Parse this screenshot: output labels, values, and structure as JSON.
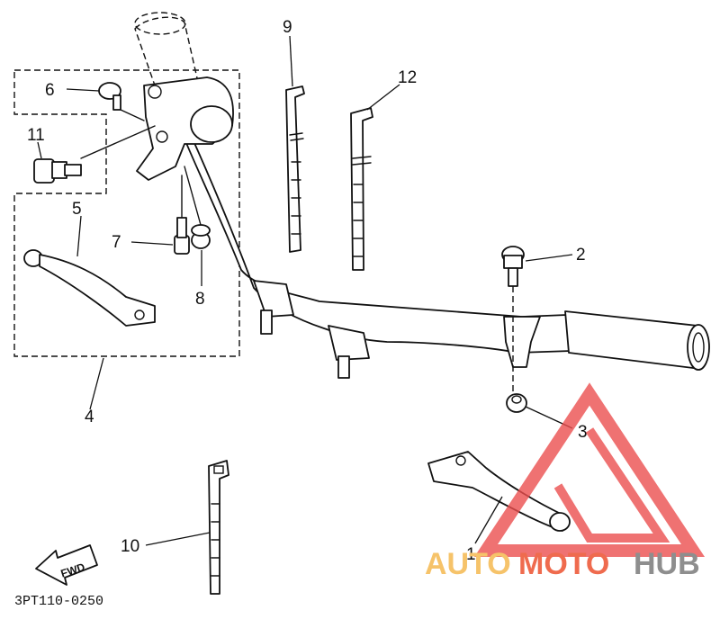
{
  "diagram": {
    "callouts": [
      {
        "id": "c1",
        "label": "1"
      },
      {
        "id": "c2",
        "label": "2"
      },
      {
        "id": "c3",
        "label": "3"
      },
      {
        "id": "c4",
        "label": "4"
      },
      {
        "id": "c5",
        "label": "5"
      },
      {
        "id": "c6",
        "label": "6"
      },
      {
        "id": "c7",
        "label": "7"
      },
      {
        "id": "c8",
        "label": "8"
      },
      {
        "id": "c9",
        "label": "9"
      },
      {
        "id": "c10",
        "label": "10"
      },
      {
        "id": "c11",
        "label": "11"
      },
      {
        "id": "c12",
        "label": "12"
      }
    ],
    "direction_arrow": "FWD",
    "part_code": "3PT110-0250"
  },
  "watermark": {
    "word_1": "AUTO",
    "word_2": "MOTO",
    "word_3": "HUB",
    "colors": {
      "word_1": "#f6c36a",
      "word_2": "#ef6b4e",
      "word_3": "#8e8e8e",
      "triangle": "#ec4f4f"
    }
  }
}
